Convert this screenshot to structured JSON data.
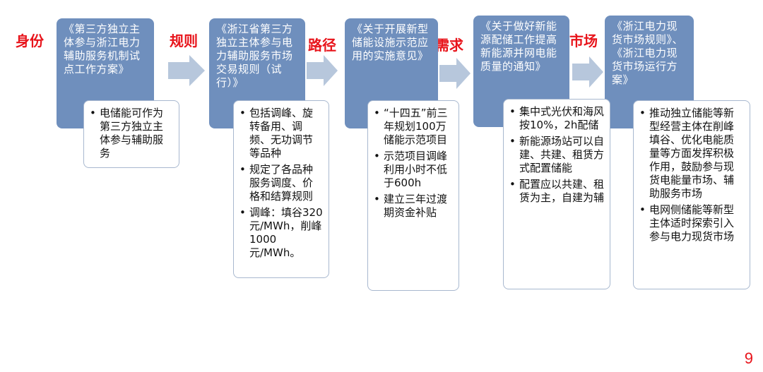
{
  "labels": [
    "身份",
    "规则",
    "路径",
    "需求",
    "市场"
  ],
  "documents": [
    "《第三方独立主体参与浙江电力辅助服务机制试点工作方案》",
    "《浙江省第三方独立主体参与电力辅助服务市场交易规则（试行）》",
    "《关于开展新型储能设施示范应用的实施意见》",
    "《关于做好新能源配储工作提高新能源并网电能质量的通知》",
    "《浙江电力现货市场规则》、《浙江电力现货市场运行方案》"
  ],
  "details": [
    [
      "电储能可作为第三方独立主体参与辅助服务"
    ],
    [
      "包括调峰、旋转备用、调频、无功调节等品种",
      "规定了各品种服务调度、价格和结算规则",
      "调峰：填谷320元/MWh，削峰1000元/MWh。"
    ],
    [
      "“十四五”前三年规划100万储能示范项目",
      "示范项目调峰利用小时不低于600h",
      "建立三年过渡期资金补贴"
    ],
    [
      "集中式光伏和海风按10%，2h配储",
      "新能源场站可以自建、共建、租赁方式配置储能",
      "配置应以共建、租赁为主，自建为辅"
    ],
    [
      "推动独立储能等新型经营主体在削峰填谷、优化电能质量等方面发挥积极作用，鼓励参与现货电能量市场、辅助服务市场",
      "电网侧储能等新型主体适时探索引入参与电力现货市场"
    ]
  ],
  "page_number": "9",
  "colors": {
    "label": "#e8141b",
    "doc_box": "#6f8fbd",
    "arrow": "#b7c7dc",
    "detail_border": "#a8b8cf"
  }
}
